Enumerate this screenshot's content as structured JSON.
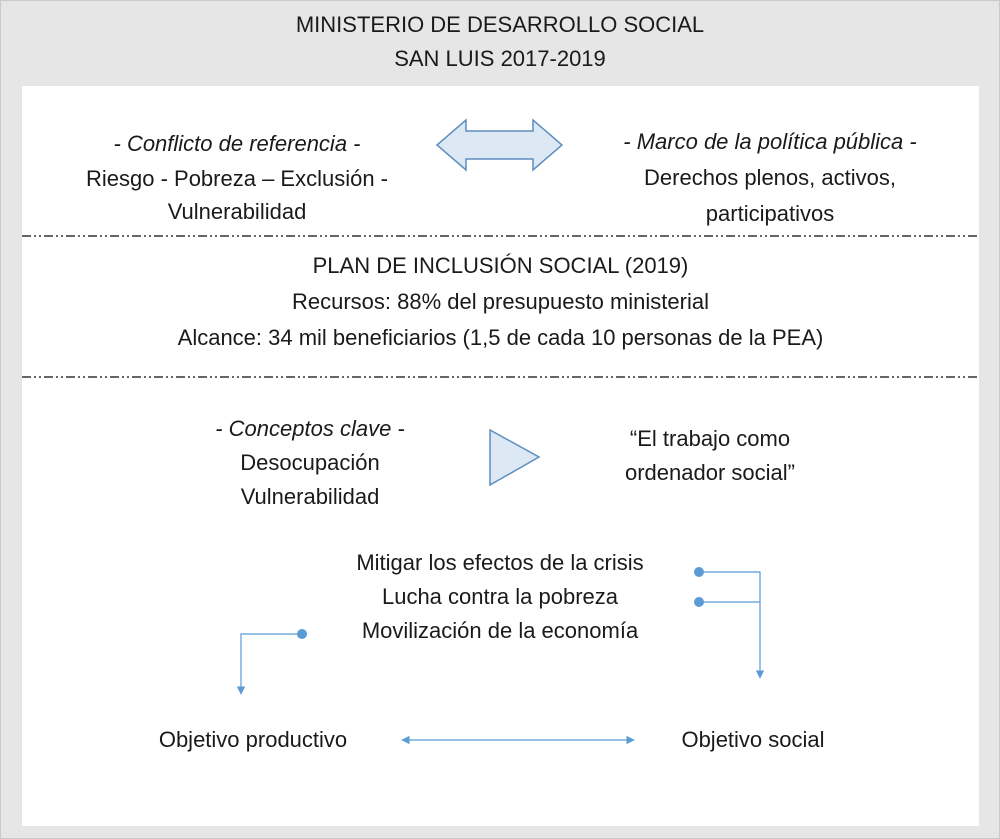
{
  "header": {
    "line1": "MINISTERIO DE DESARROLLO SOCIAL",
    "line2": "SAN LUIS 2017-2019"
  },
  "top_section": {
    "left": {
      "heading": "- Conflicto de referencia -",
      "line1": "Riesgo - Pobreza – Exclusión -",
      "line2": "Vulnerabilidad"
    },
    "right": {
      "heading": "- Marco de la política pública -",
      "line1": "Derechos plenos, activos,",
      "line2": "participativos"
    }
  },
  "middle_section": {
    "title": "PLAN DE INCLUSIÓN SOCIAL (2019)",
    "resources": "Recursos: 88% del presupuesto ministerial",
    "scope": "Alcance: 34 mil beneficiarios (1,5 de cada 10 personas de la PEA)"
  },
  "bottom_section": {
    "concepts": {
      "heading": "- Conceptos clave -",
      "line1": "Desocupación",
      "line2": "Vulnerabilidad"
    },
    "quote": {
      "line1": "“El trabajo como",
      "line2": "ordenador social”"
    },
    "items": [
      "Mitigar los efectos de la crisis",
      "Lucha contra la pobreza",
      "Movilización de la economía"
    ],
    "objective_productive": "Objetivo productivo",
    "objective_social": "Objetivo social"
  },
  "colors": {
    "arrow_fill": "#dce8f4",
    "arrow_stroke": "#5f8ec0",
    "connector": "#5b9bd5",
    "separator": "#333333",
    "background": "#e6e6e6",
    "panel": "#ffffff"
  }
}
